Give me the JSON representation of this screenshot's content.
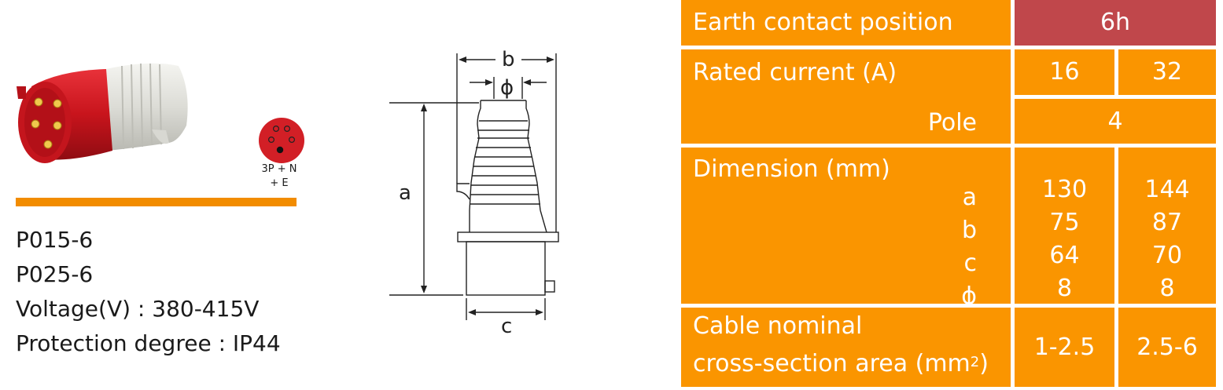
{
  "product": {
    "config_label": "3P + N\n+ E",
    "models": [
      "P015-6",
      "P025-6"
    ],
    "voltage": "Voltage(V) : 380-415V",
    "protection": "Protection degree : IP44"
  },
  "drawing": {
    "labels": {
      "a": "a",
      "b": "b",
      "c": "c",
      "phi": "ϕ"
    }
  },
  "table": {
    "earth_contact_label": "Earth contact position",
    "earth_contact_value": "6h",
    "rated_current_label": "Rated current (A)",
    "rated_current_values": [
      "16",
      "32"
    ],
    "pole_label": "Pole",
    "pole_value": "4",
    "dimension_label": "Dimension (mm)",
    "dimension_letters": [
      "a",
      "b",
      "c",
      "ϕ"
    ],
    "dimension_col1": [
      "130",
      "75",
      "64",
      "8"
    ],
    "dimension_col2": [
      "144",
      "87",
      "70",
      "8"
    ],
    "cable_label_line1": "Cable nominal",
    "cable_label_line2": "cross-section area (mm",
    "cable_label_sup": "2",
    "cable_label_close": ")",
    "cable_values": [
      "1-2.5",
      "2.5-6"
    ]
  },
  "colors": {
    "orange": "#fa9500",
    "red_header": "#c0474b",
    "bar": "#f28c00",
    "plug_red": "#d21f26"
  }
}
